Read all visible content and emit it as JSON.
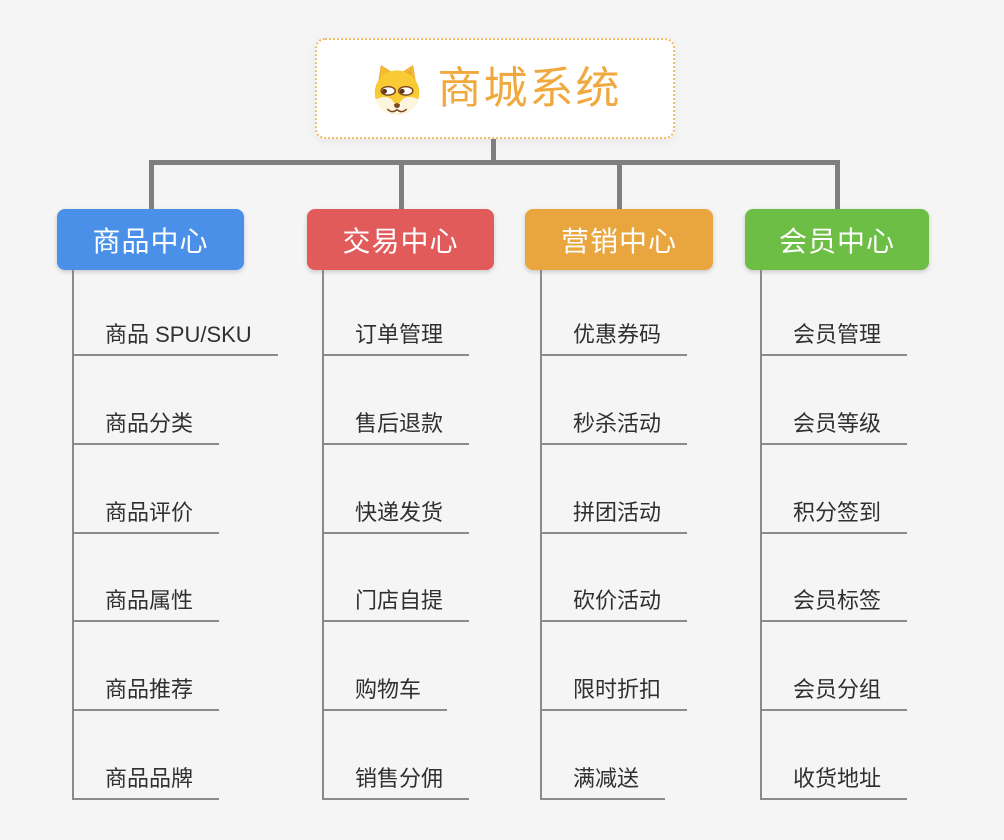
{
  "root": {
    "title": "商城系统",
    "icon": "dog-face-icon"
  },
  "branches": [
    {
      "label": "商品中心",
      "color": "#4a90e8",
      "children": [
        "商品 SPU/SKU",
        "商品分类",
        "商品评价",
        "商品属性",
        "商品推荐",
        "商品品牌"
      ]
    },
    {
      "label": "交易中心",
      "color": "#e25b5b",
      "children": [
        "订单管理",
        "售后退款",
        "快递发货",
        "门店自提",
        "购物车",
        "销售分佣"
      ]
    },
    {
      "label": "营销中心",
      "color": "#e9a63f",
      "children": [
        "优惠券码",
        "秒杀活动",
        "拼团活动",
        "砍价活动",
        "限时折扣",
        "满减送"
      ]
    },
    {
      "label": "会员中心",
      "color": "#6cbe44",
      "children": [
        "会员管理",
        "会员等级",
        "积分签到",
        "会员标签",
        "会员分组",
        "收货地址"
      ]
    }
  ],
  "colors": {
    "root_title": "#f0a93e",
    "root_border": "#f3ba68",
    "connector": "#7f7f7f",
    "leaf_text": "#303030",
    "background": "#f5f5f5"
  }
}
